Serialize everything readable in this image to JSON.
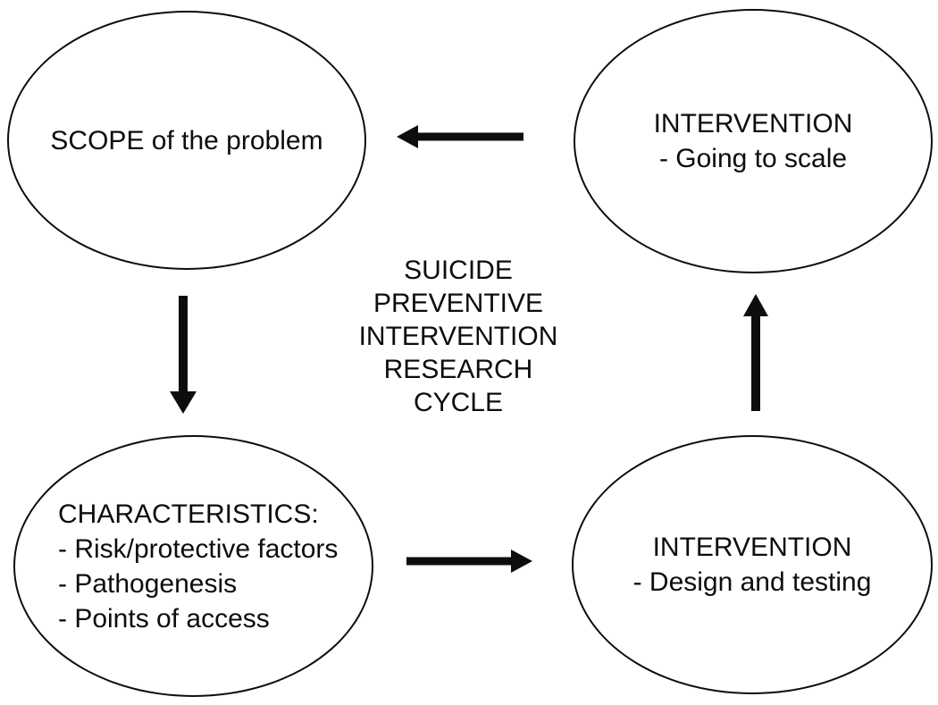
{
  "diagram": {
    "title_lines": [
      "SUICIDE",
      "PREVENTIVE",
      "INTERVENTION",
      "RESEARCH",
      "CYCLE"
    ],
    "nodes": {
      "scope": {
        "lines": [
          "SCOPE of the problem"
        ]
      },
      "intervention_scale": {
        "lines": [
          "INTERVENTION",
          "- Going to scale"
        ]
      },
      "characteristics": {
        "lines": [
          "CHARACTERISTICS:",
          "- Risk/protective factors",
          "- Pathogenesis",
          "- Points of access"
        ]
      },
      "intervention_design": {
        "lines": [
          "INTERVENTION",
          "- Design and testing"
        ]
      }
    },
    "arrows": {
      "scale_to_scope": "left",
      "scope_to_characteristics": "down",
      "characteristics_to_design": "right",
      "design_to_scale": "up"
    },
    "colors": {
      "ink": "#0d0d0d",
      "background": "#ffffff"
    }
  }
}
